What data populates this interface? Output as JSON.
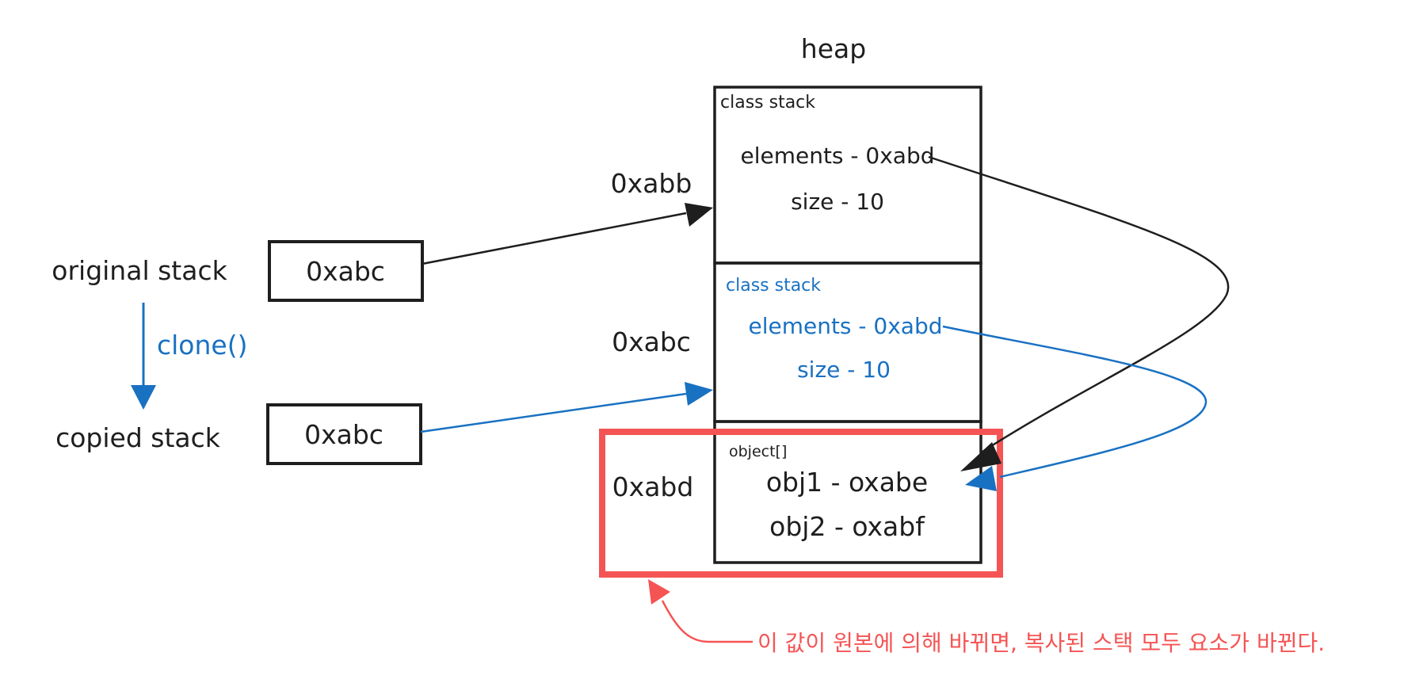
{
  "heap_title": "heap",
  "colors": {
    "ink": "#1e1e1e",
    "blue": "#1971c2",
    "red": "#f55454"
  },
  "left": {
    "original_label": "original stack",
    "original_value": "0xabc",
    "clone_label": "clone()",
    "copied_label": "copied stack",
    "copied_value": "0xabc"
  },
  "addresses": {
    "first": "0xabb",
    "second": "0xabc",
    "third": "0xabd"
  },
  "heap": {
    "block1": {
      "header": "class stack",
      "elements": "elements - 0xabd",
      "size": "size - 10"
    },
    "block2": {
      "header": "class stack",
      "elements": "elements - 0xabd",
      "size": "size - 10"
    },
    "block3": {
      "header": "object[]",
      "obj1": "obj1 - oxabe",
      "obj2": "obj2 - oxabf"
    }
  },
  "note": "이 값이 원본에 의해 바뀌면, 복사된 스택 모두 요소가 바뀐다."
}
